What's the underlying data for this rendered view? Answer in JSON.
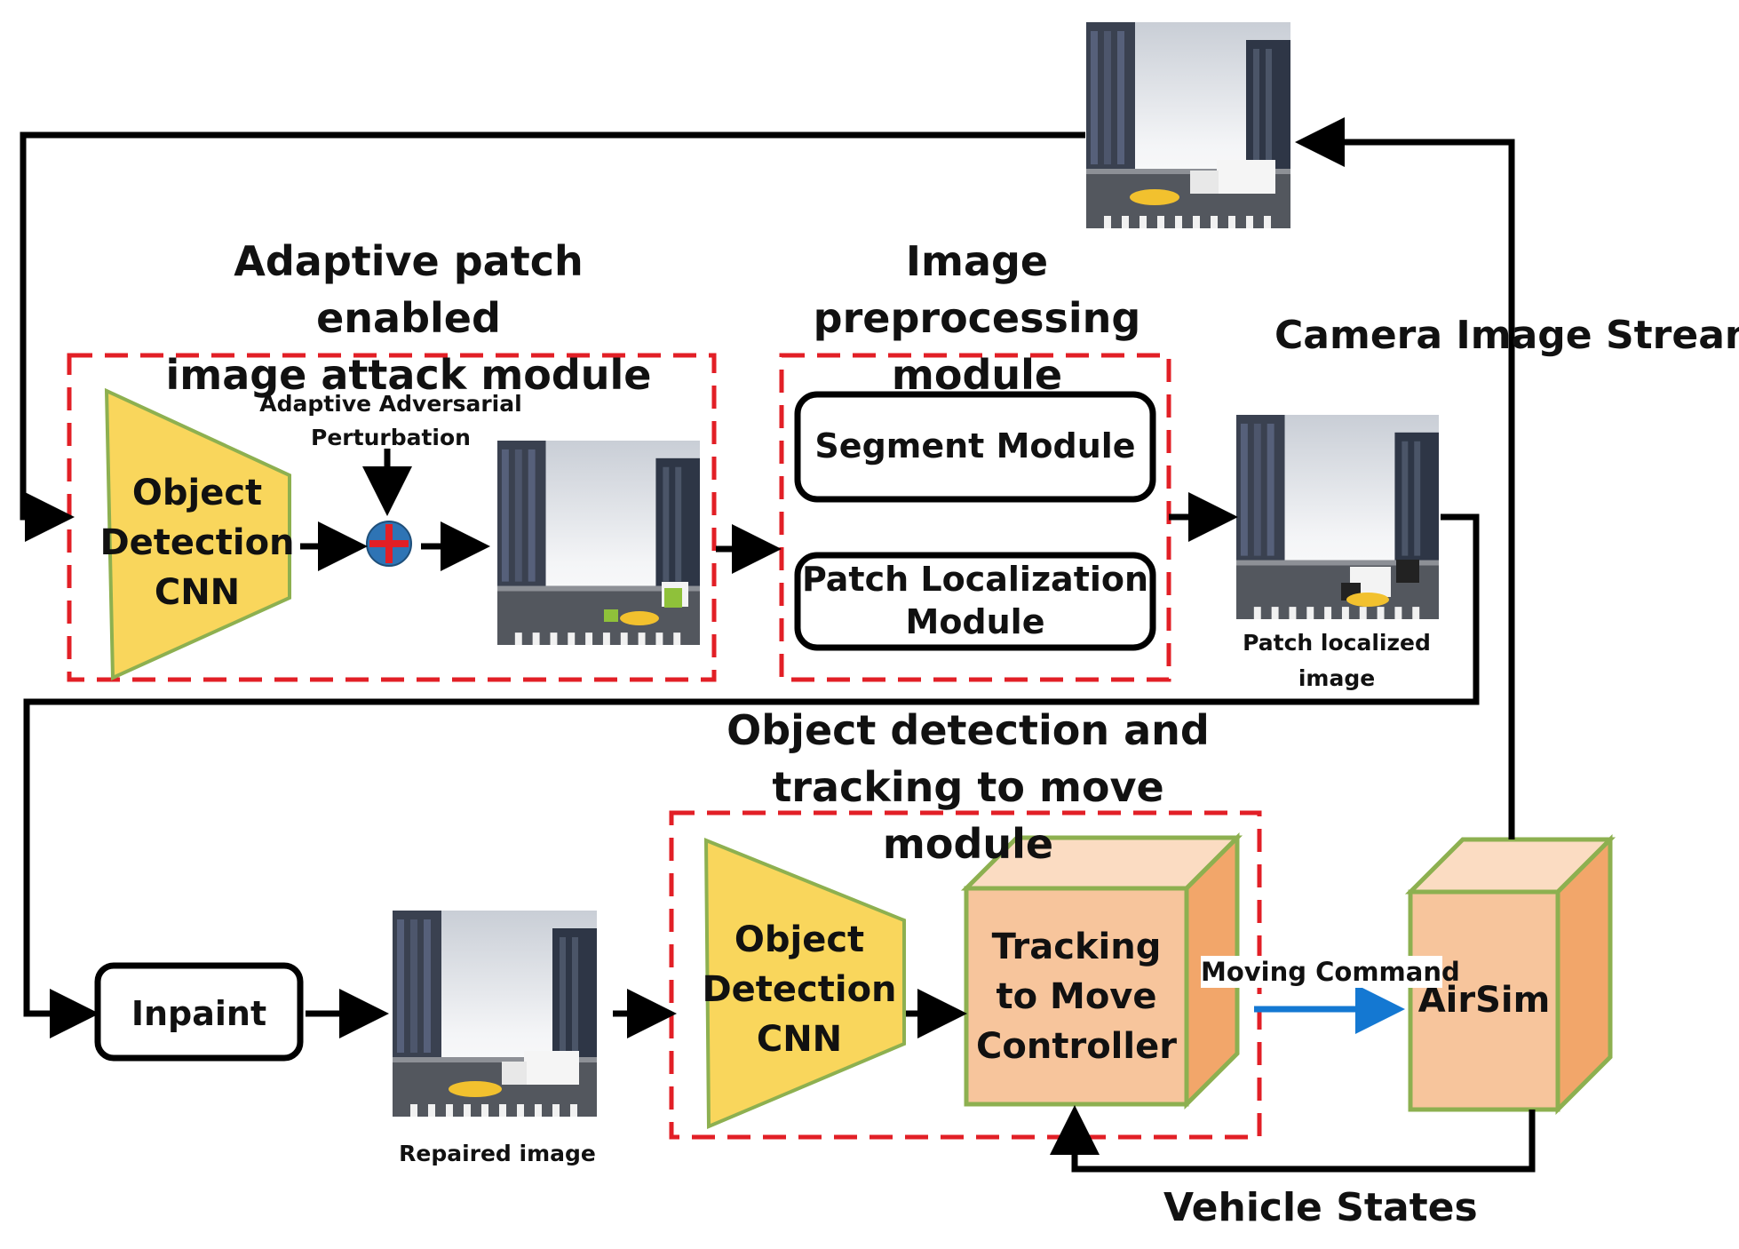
{
  "modules": {
    "attack_title": "Adaptive patch enabled\nimage attack module",
    "preproc_title": "Image preprocessing\nmodule",
    "tracking_title": "Object detection and\ntracking to move module"
  },
  "attack": {
    "cnn_label": "Object\nDetection\nCNN",
    "perturbation_label": "Adaptive Adversarial\nPerturbation"
  },
  "preproc": {
    "segment_label": "Segment Module",
    "patch_loc_label": "Patch Localization\nModule"
  },
  "patch_image_caption": "Patch localized\nimage",
  "inpaint_label": "Inpaint",
  "repaired_caption": "Repaired image",
  "tracking": {
    "cnn_label": "Object\nDetection\nCNN",
    "controller_label": "Tracking\nto Move\nController"
  },
  "airsim_label": "AirSim",
  "edges": {
    "camera_streams": "Camera Image Streams",
    "vehicle_states": "Vehicle States",
    "moving_command": "Moving Command"
  },
  "colors": {
    "cnn_fill": "#F9D65C",
    "cnn_stroke": "#8DB050",
    "cube_front": "#F7C59C",
    "cube_top": "#FBDCC2",
    "cube_side": "#F2A66A",
    "cube_stroke": "#8DB050",
    "dashed_border": "#E21F26",
    "command_arrow": "#1478D2"
  }
}
